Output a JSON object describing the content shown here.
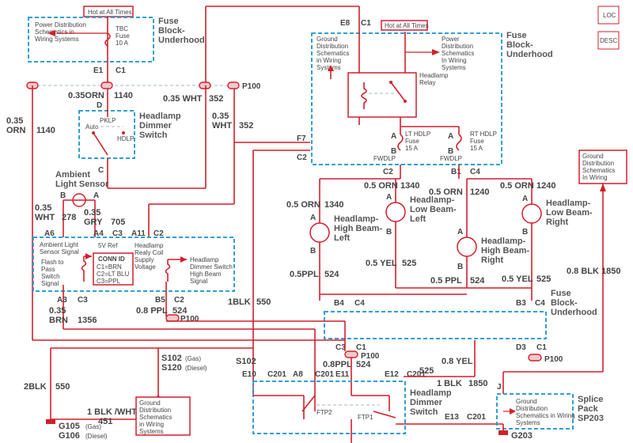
{
  "hot_at_all_times_1": "Hot at All Times",
  "hot_at_all_times_2": "Hot at All Times",
  "loc_label": "LOC",
  "desc_label": "DESC",
  "fuse_block_underhood_1": "Fuse Block-Underhood",
  "fuse_block_underhood_2": "Fuse Block-Underhood",
  "fuse_block_underhood_3": "Fuse Block-Underhood",
  "power_dist_1": "Power Distribution Schematics in Wiring Systems",
  "power_dist_2": "Power Distribution Schematics In Wiring Systems",
  "ground_dist_top": "Ground Distribution Schematics in Wiring Systems",
  "ground_dist_right": "Ground Distribution Schematics In Wiring Systems",
  "ground_dist_bottom": "Ground Distribution Schematics in Wiring Systems",
  "ground_dist_splice": "Ground Distribution Schematics in Wiring Systems",
  "tbc_fuse": "TBC Fuse 10 A",
  "headlamp_relay": "Headlamp Relay",
  "lt_hdlp_fuse": "LT HDLP Fuse 15 A",
  "rt_hdlp_fuse": "RT HDLP Fuse 15 A",
  "fwdlp": "FWDLP",
  "headlamp_dimmer_switch": "Headlamp Dimmer Switch",
  "pklp": "PKLP",
  "auto": "Auto",
  "hdlp": "HDLP",
  "ambient_light_sensor": "Ambient Light Sensor",
  "ambient_light_sensor_signal": "Ambient Light Sensor Signal",
  "flash_to_pass": "Flash to Pass Switch Signal",
  "conn_id_title": "CONN ID",
  "conn_id_1": "C1=BRN",
  "conn_id_2": "C2=LT BLU",
  "conn_id_3": "C3=PPL",
  "five_v_ref": "5V Ref",
  "headlamp_realy_coil": "Headlamp Realy Coil Supply Voltage",
  "dimmer_high_beam": "Headlamp Dimmer Switch High Beam Signal",
  "hl_high_beam_left": "Headlamp-High Beam-Left",
  "hl_low_beam_left": "Headlamp-Low Beam-Left",
  "hl_high_beam_right": "Headlamp-High Beam-Right",
  "hl_low_beam_right": "Headlamp-Low Beam-Right",
  "splice_pack": "Splice Pack SP203",
  "ftp1": "FTP1",
  "ftp2": "FTP2",
  "labels": {
    "e1": "E1",
    "c1a": "C1",
    "e8": "E8",
    "c1b": "C1",
    "w035orn": "0.35ORN",
    "n1140a": "1140",
    "d": "D",
    "w035wht": "0.35 WHT",
    "n352a": "352",
    "p100a": "P100",
    "w035orn_v": "0.35",
    "orn_v": "ORN",
    "n1140_v": "1140",
    "w035_2": "0.35",
    "wht_2": "WHT",
    "n352_2": "352",
    "f7": "F7",
    "c2a": "C2",
    "c": "C",
    "b_als": "B",
    "a_als": "A",
    "w035_3": "0.35",
    "wht_3": "WHT",
    "n278": "278",
    "w035_4": "0.35",
    "gry": "GRY",
    "n705": "705",
    "a6": "A6",
    "a4": "A4",
    "c3a": "C3",
    "a11": "A11",
    "c2b": "C2",
    "a3": "A3",
    "c3b": "C3",
    "b5": "B5",
    "c2c": "C2",
    "w035_5": "0.35",
    "brn": "BRN",
    "n1356": "1356",
    "w08ppl": "0.8 PPL",
    "n524a": "524",
    "p100b": "P100",
    "blk1": "1BLK",
    "n550a": "550",
    "c2d": "C2",
    "b1": "B1",
    "c4a": "C4",
    "w05orn1": "0.5 ORN",
    "n1340a": "1340",
    "w05orn2": "0.5 ORN",
    "n1340b": "1340",
    "w05orn3": "0.5 ORN",
    "n1240a": "1240",
    "w05orn4": "0.5 ORN",
    "n1240b": "1240",
    "a_hbl": "A",
    "b_hbl": "B",
    "a_lbl": "A",
    "b_lbl": "B",
    "a_hbr": "A",
    "b_hbr": "B",
    "a_lbr": "A",
    "b_lbr": "B",
    "w05yel1": "0.5 YEL",
    "n525a": "525",
    "w05yel2": "0.5 YEL",
    "n525b": "525",
    "w05ppl1": "0.5PPL",
    "n524b": "524",
    "w05ppl2": "0.5 PPL",
    "n524c": "524",
    "b4": "B4",
    "c4b": "C4",
    "b3": "B3",
    "c4c": "C4",
    "w08blk": "0.8 BLK",
    "n1850a": "1850",
    "c3c": "C3",
    "c1c": "C1",
    "p100c": "P100",
    "w08ppl2": "0.8PPL",
    "n524d": "524",
    "d3": "D3",
    "c1d": "C1",
    "p100d": "P100",
    "s102": "S102",
    "gas1": "(Gas)",
    "s120": "S120",
    "diesel1": "(Diesel)",
    "s102b": "S102",
    "e10": "E10",
    "c201a": "C201",
    "a8": "A8",
    "c201b": "C201",
    "e11": "E11",
    "e12": "E12",
    "c201c": "C201",
    "w08yel": "0.8 YEL",
    "n525c": "525",
    "w1blk": "1 BLK",
    "n1850b": "1850",
    "j": "J",
    "e13": "E13",
    "c201d": "C201",
    "w2blk": "2BLK",
    "n550b": "550",
    "w1blkwht": "1 BLK /WHT",
    "n451": "451",
    "g105": "G105",
    "gas2": "(Gas)",
    "g106": "G106",
    "diesel2": "(Diesel)",
    "g203": "G203"
  }
}
